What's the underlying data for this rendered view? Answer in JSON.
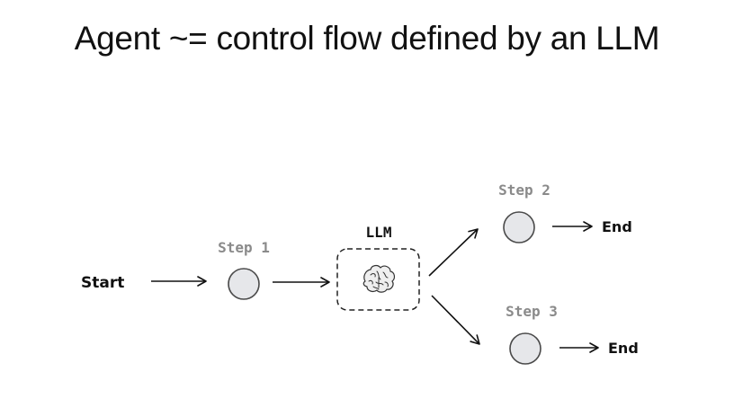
{
  "title": "Agent ~= control flow defined by an LLM",
  "labels": {
    "start": "Start",
    "step1": "Step 1",
    "llm": "LLM",
    "step2": "Step 2",
    "step3": "Step 3",
    "end_top": "End",
    "end_bottom": "End"
  },
  "icons": {
    "llm": "brain-icon"
  },
  "colors": {
    "node_fill": "#e6e7ea",
    "node_stroke": "#4a4a4a",
    "step_label": "#8a8a8a",
    "text": "#111111"
  }
}
